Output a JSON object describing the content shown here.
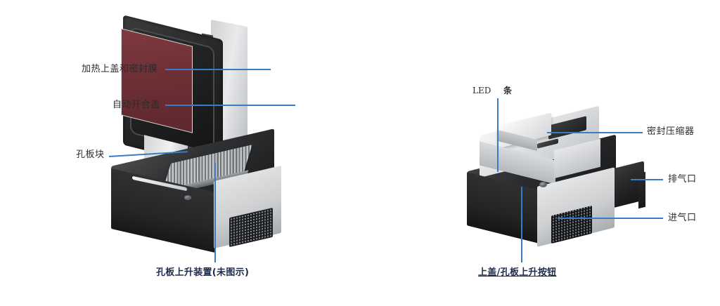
{
  "diagram": {
    "title_left_caption": "孔板上升装置(未图示)",
    "title_right_caption": "上盖/孔板上升按钮",
    "accent_line_color": "#3a7bc8",
    "caption_color": "#1d2b4a",
    "label_color": "#2b2b2b",
    "background_color": "#ffffff"
  },
  "left_device": {
    "name": "open-lid-instrument",
    "labels": [
      {
        "id": "heated-lid-seal-film",
        "text": "加热上盖和密封膜"
      },
      {
        "id": "auto-open-close-lid",
        "text": "自动开合盖"
      },
      {
        "id": "well-plate-block",
        "text": "孔板块"
      }
    ],
    "caption": "孔板上升装置(未图示)"
  },
  "right_device": {
    "name": "closed-instrument",
    "labels": [
      {
        "id": "led-strip",
        "text_latin": "LED",
        "text_cjk": "条"
      },
      {
        "id": "seal-compressor",
        "text": "密封压缩器"
      },
      {
        "id": "exhaust-port",
        "text": "排气口"
      },
      {
        "id": "intake-port",
        "text": "进气口"
      }
    ],
    "caption": "上盖/孔板上升按钮"
  }
}
